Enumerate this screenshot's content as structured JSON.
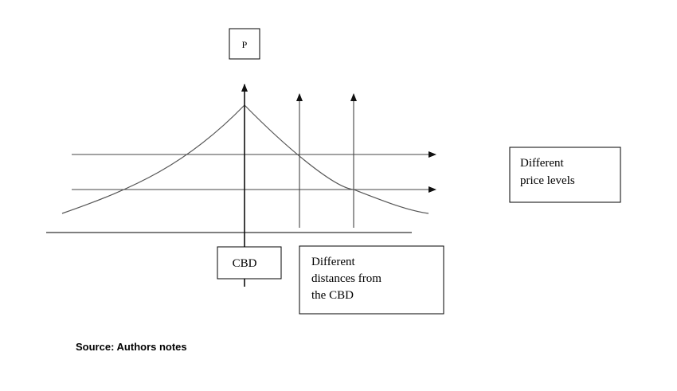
{
  "labels": {
    "p": "P",
    "cbd": "CBD",
    "distances": [
      "Different",
      "distances from",
      "the CBD"
    ],
    "price_levels": [
      "Different",
      "price levels"
    ]
  },
  "source": "Source: Authors notes",
  "colors": {
    "line": "#333333",
    "box_border": "#000000",
    "background": "#ffffff"
  }
}
